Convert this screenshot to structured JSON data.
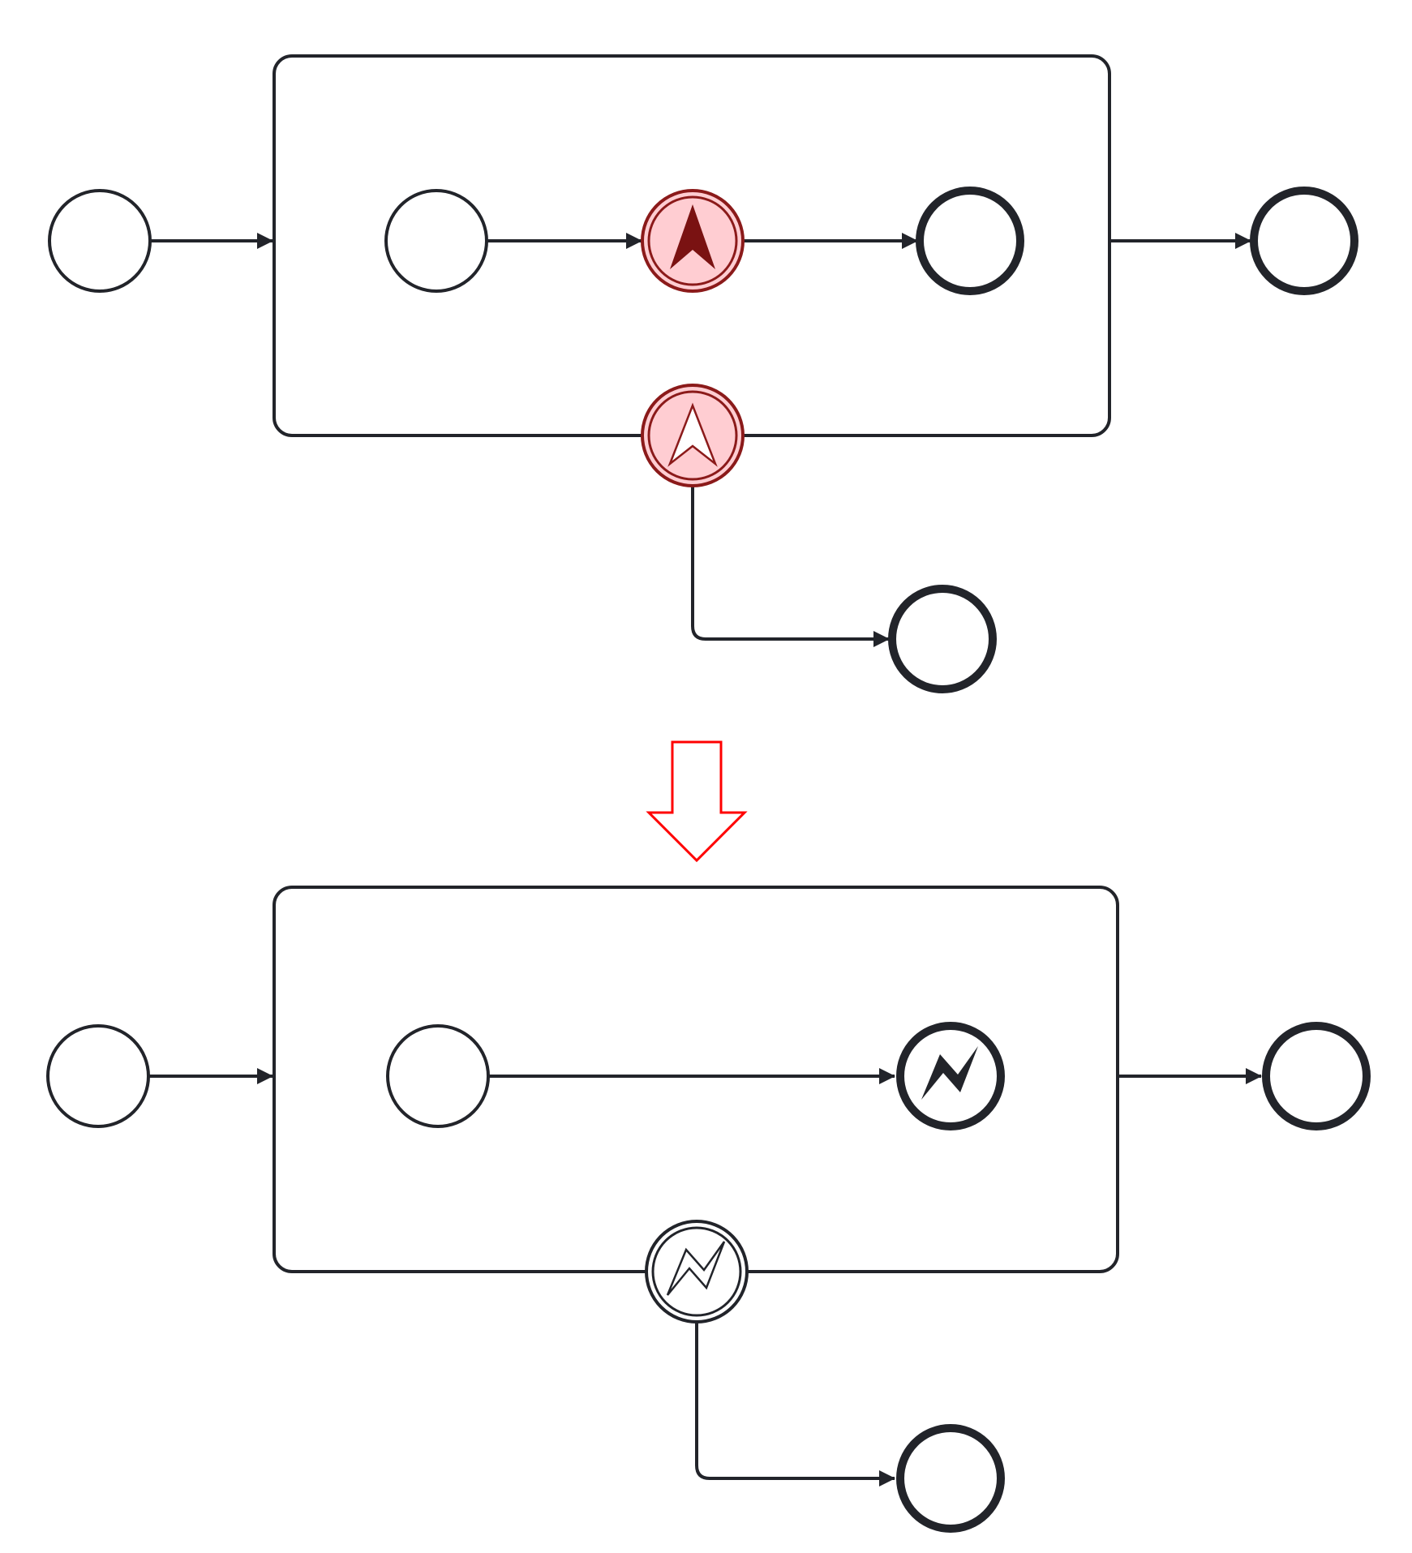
{
  "diagram": {
    "type": "bpmn-transformation",
    "description_visible_text": "",
    "colors": {
      "stroke": "#22242a",
      "escalation_highlight_fill": "#ffcdd2",
      "escalation_highlight_stroke": "#8b1a1a",
      "escalation_marker_fill": "#7a1212",
      "transform_arrow": "#ff0000",
      "background": "#ffffff"
    },
    "before": {
      "elements": [
        {
          "kind": "start-event",
          "icon": "none"
        },
        {
          "kind": "subprocess",
          "icon": "none"
        },
        {
          "kind": "start-event",
          "icon": "none",
          "scope": "subprocess"
        },
        {
          "kind": "intermediate-throw-event",
          "icon": "escalation-filled",
          "highlighted": true
        },
        {
          "kind": "end-event",
          "icon": "none",
          "scope": "subprocess"
        },
        {
          "kind": "end-event",
          "icon": "none"
        },
        {
          "kind": "boundary-event",
          "icon": "escalation-outline",
          "highlighted": true
        },
        {
          "kind": "end-event",
          "icon": "none"
        }
      ]
    },
    "transform_arrow": {
      "icon": "down-arrow-outline"
    },
    "after": {
      "elements": [
        {
          "kind": "start-event",
          "icon": "none"
        },
        {
          "kind": "subprocess",
          "icon": "none"
        },
        {
          "kind": "start-event",
          "icon": "none",
          "scope": "subprocess"
        },
        {
          "kind": "end-event",
          "icon": "error-filled",
          "scope": "subprocess"
        },
        {
          "kind": "end-event",
          "icon": "none"
        },
        {
          "kind": "boundary-event",
          "icon": "error-outline"
        },
        {
          "kind": "end-event",
          "icon": "none"
        }
      ]
    }
  }
}
